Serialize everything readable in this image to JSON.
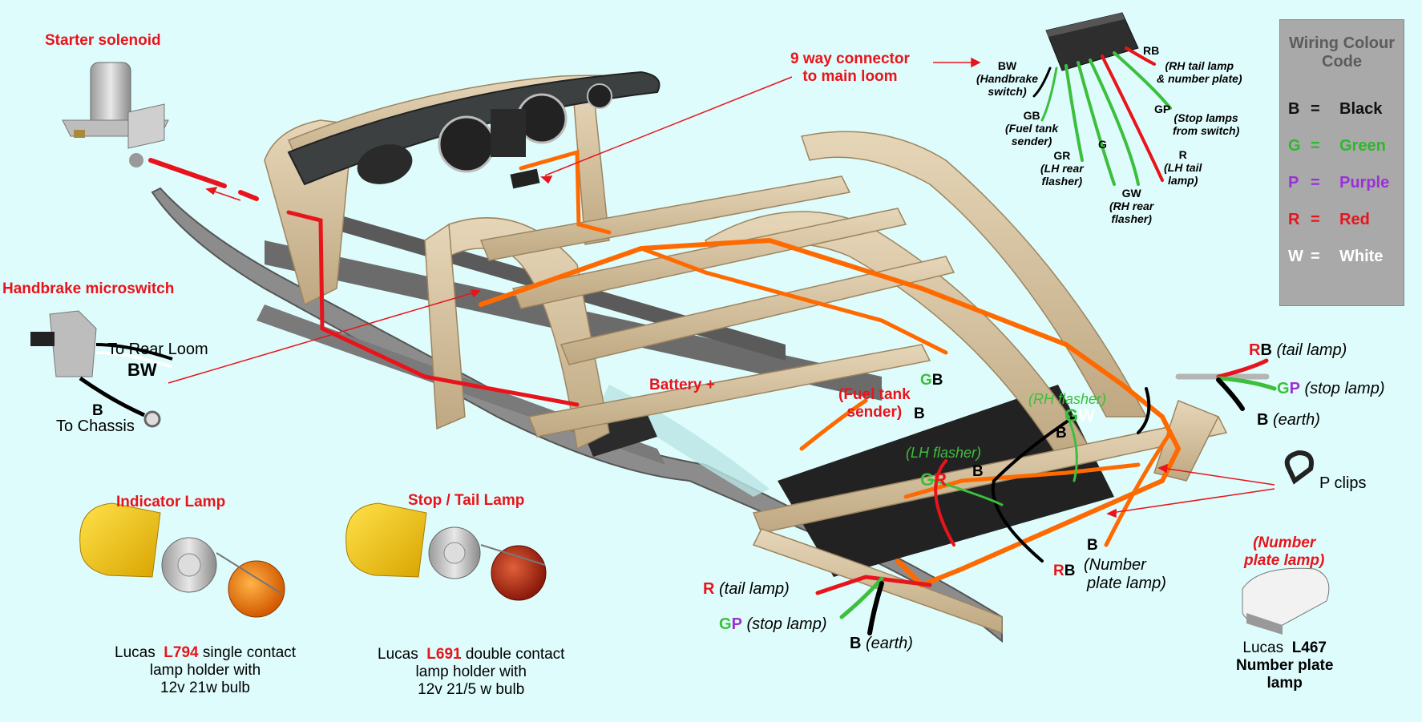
{
  "colors": {
    "background": "#dffcfc",
    "wire_red": "#e8141b",
    "wire_green": "#3cbf3c",
    "wire_orange": "#ff6a00",
    "wire_black": "#111111",
    "wire_white": "#ffffff",
    "wood": "#d9c6a5",
    "legend_bg": "#a9a9a9",
    "black_code": "#111111",
    "green_code": "#2eb82e",
    "purple_code": "#9b30d9",
    "red_code": "#e8141b",
    "white_code": "#ffffff"
  },
  "legend": {
    "title_line1": "Wiring Colour",
    "title_line2": "Code",
    "entries": [
      {
        "code": "B",
        "eq": "=",
        "name": "Black"
      },
      {
        "code": "G",
        "eq": "=",
        "name": "Green"
      },
      {
        "code": "P",
        "eq": "=",
        "name": "Purple"
      },
      {
        "code": "R",
        "eq": "=",
        "name": "Red"
      },
      {
        "code": "W",
        "eq": "=",
        "name": "White"
      }
    ]
  },
  "labels": {
    "starter_solenoid": "Starter solenoid",
    "handbrake_microswitch": "Handbrake microswitch",
    "to_rear_loom": "To Rear Loom",
    "bw": "BW",
    "b": "B",
    "to_chassis": "To Chassis",
    "nine_way_line1": "9 way connector",
    "nine_way_line2": "to main loom",
    "battery_plus": "Battery +",
    "fuel_tank_line1": "(Fuel tank",
    "fuel_tank_line2": "sender)",
    "gb_g": "G",
    "gb_b": "B",
    "b_fuel": "B",
    "lh_flasher": "(LH flasher)",
    "rh_flasher": "(RH flasher)",
    "gr_g": "G",
    "gr_r": "R",
    "b_lh": "B",
    "gw_g": "G",
    "gw_w": "W",
    "b_rh": "B",
    "b_number": "B",
    "number_plate_lamp_line1": "(Number",
    "number_plate_lamp_line2": "plate lamp)",
    "rb_r": "R",
    "rb_b": "B",
    "r_tail": "R",
    "tail_lamp": "(tail lamp)",
    "gp_g": "G",
    "gp_p": "P",
    "stop_lamp": "(stop lamp)",
    "b_earth": "B",
    "earth": "(earth)",
    "right_rb_r": "R",
    "right_rb_b": "B",
    "right_tail_lamp": "(tail lamp)",
    "right_gp_g": "G",
    "right_gp_p": "P",
    "right_stop_lamp": "(stop lamp)",
    "right_b": "B",
    "right_earth": "(earth)",
    "p_clips": "P clips",
    "np_lamp_line1": "(Number",
    "np_lamp_line2": "plate lamp)",
    "lucas_l467_prefix": "Lucas",
    "lucas_l467_code": "L467",
    "lucas_l467_line2": "Number plate",
    "lucas_l467_line3": "lamp",
    "indicator_lamp": "Indicator Lamp",
    "stop_tail_lamp": "Stop / Tail Lamp",
    "l794_prefix": "Lucas",
    "l794_code": "L794",
    "l794_suffix": "single contact",
    "l794_line2": "lamp holder with",
    "l794_line3": "12v 21w bulb",
    "l691_prefix": "Lucas",
    "l691_code": "L691",
    "l691_suffix": "double contact",
    "l691_line2": "lamp holder with",
    "l691_line3": "12v 21/5 w bulb"
  },
  "connector": {
    "bw": "BW",
    "bw_desc1": "(Handbrake",
    "bw_desc2": "switch)",
    "gb": "GB",
    "gb_desc1": "(Fuel tank",
    "gb_desc2": "sender)",
    "gr": "GR",
    "gr_desc1": "(LH rear",
    "gr_desc2": "flasher)",
    "g": "G",
    "gw": "GW",
    "gw_desc1": "(RH rear",
    "gw_desc2": "flasher)",
    "r": "R",
    "r_desc1": "(LH tail",
    "r_desc2": "lamp)",
    "gp": "GP",
    "gp_desc1": "(Stop lamps",
    "gp_desc2": "from switch)",
    "rb": "RB",
    "rb_desc1": "(RH tail lamp",
    "rb_desc2": "& number plate)"
  }
}
